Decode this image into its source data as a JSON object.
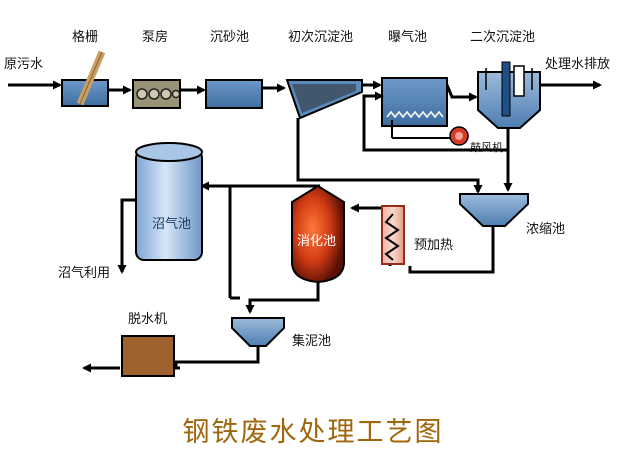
{
  "title": "钢铁废水处理工艺图",
  "inputs": {
    "raw_water": "原污水"
  },
  "outputs": {
    "treated_water": "处理水排放",
    "biogas_use": "沼气利用"
  },
  "units": {
    "grille": "格栅",
    "pump_house": "泵房",
    "grit_chamber": "沉砂池",
    "primary_clarifier": "初次沉淀池",
    "aeration_tank": "曝气池",
    "secondary_clarifier": "二次沉淀池",
    "blower": "鼓风机",
    "thickener": "浓缩池",
    "biogas_tank": "沼气池",
    "digester": "消化池",
    "preheater": "预加热",
    "sludge_collector": "集泥池",
    "dewatering_machine": "脱水机"
  },
  "colors": {
    "water": "#4f7fb4",
    "pipe": "#000000",
    "digester": "#c23214",
    "title": "#a0660c"
  }
}
